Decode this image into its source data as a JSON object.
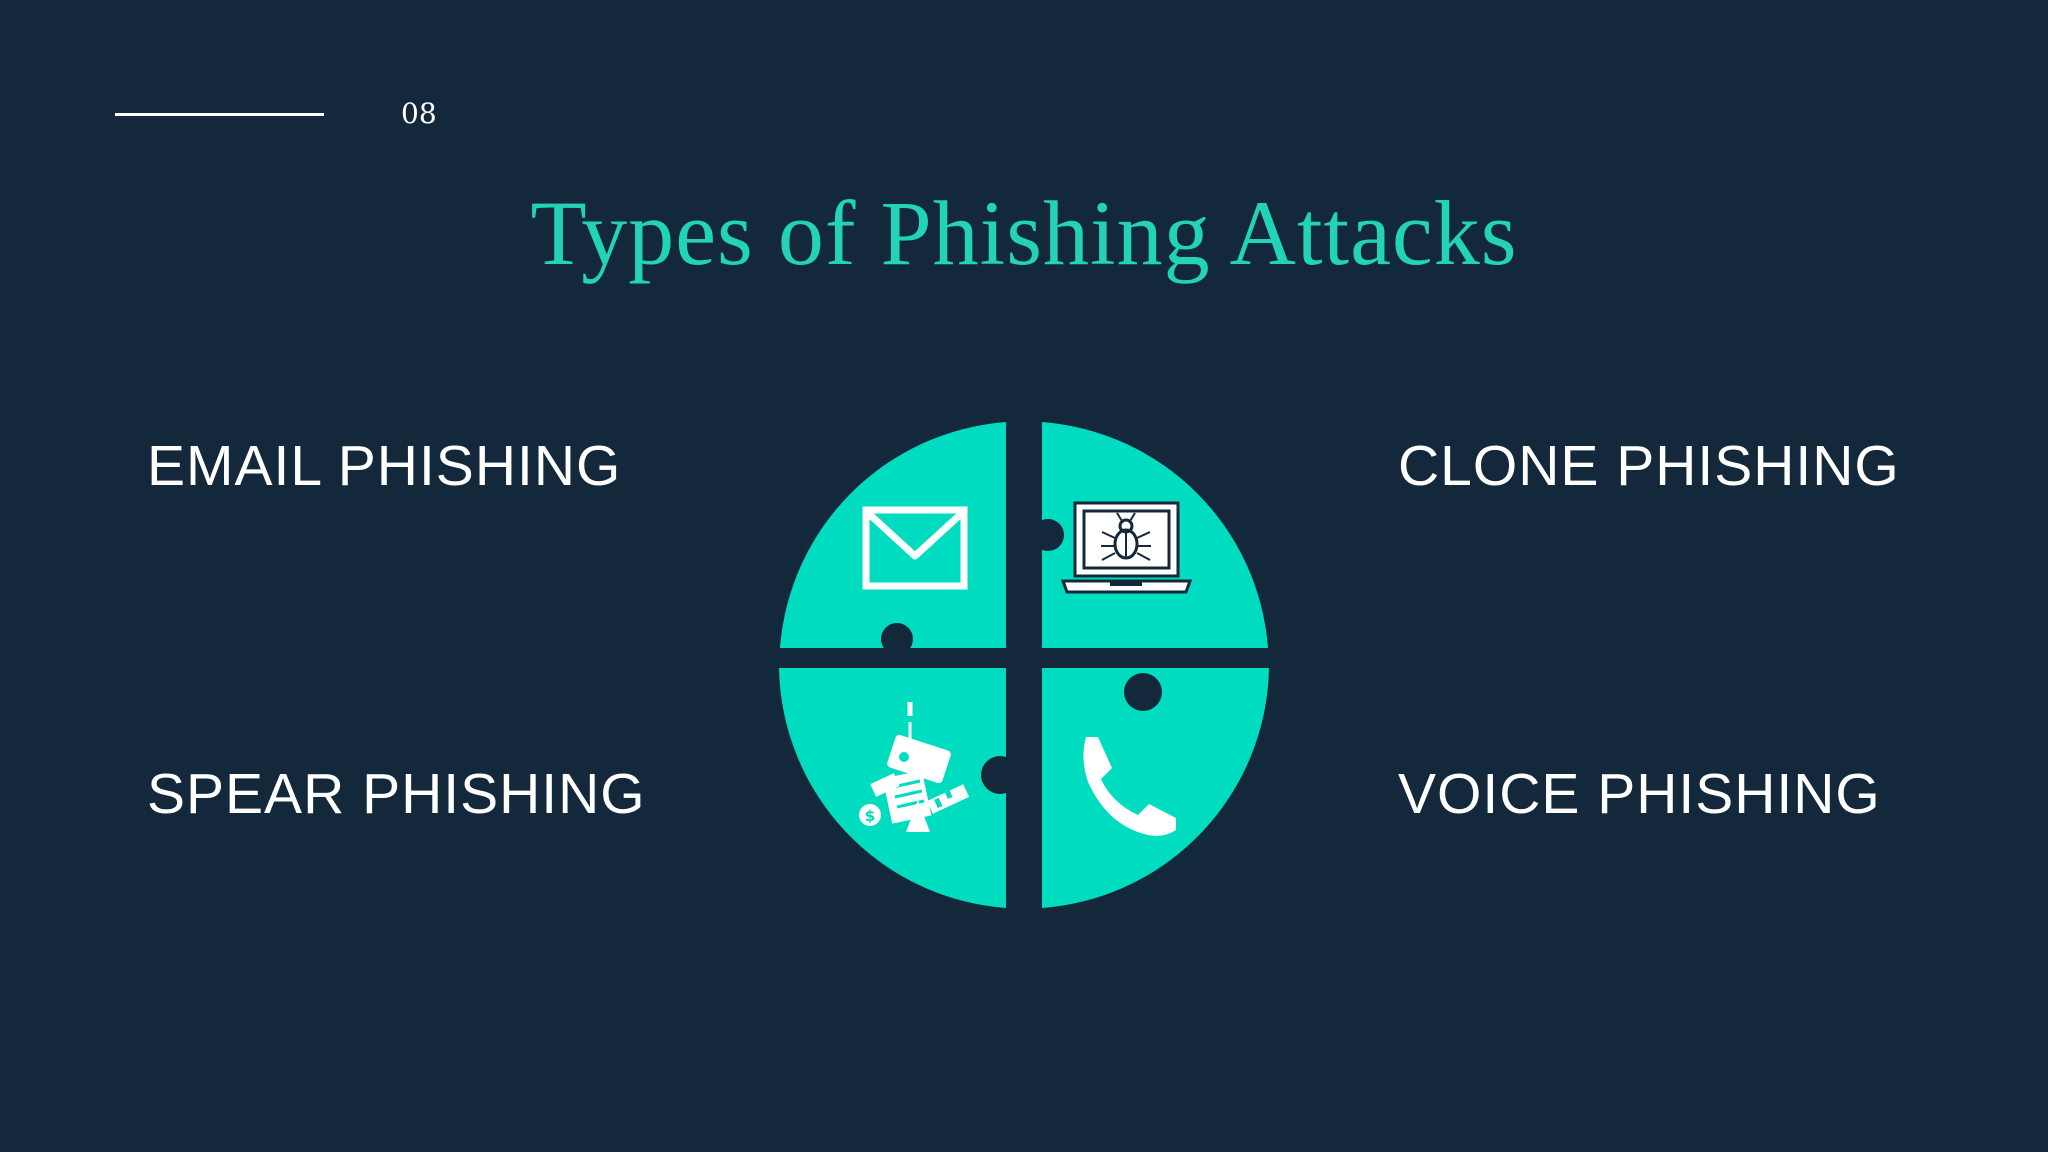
{
  "slide": {
    "page_number": "08",
    "title": "Types of Phishing Attacks"
  },
  "quadrants": [
    {
      "label": "EMAIL PHISHING",
      "icon": "envelope-icon"
    },
    {
      "label": "CLONE PHISHING",
      "icon": "laptop-bug-icon"
    },
    {
      "label": "SPEAR PHISHING",
      "icon": "phishing-hook-icon"
    },
    {
      "label": "VOICE PHISHING",
      "icon": "phone-icon"
    }
  ],
  "colors": {
    "background": "#13283a",
    "accent": "#00dcc0",
    "title": "#22d3b8",
    "text": "#ffffff"
  }
}
